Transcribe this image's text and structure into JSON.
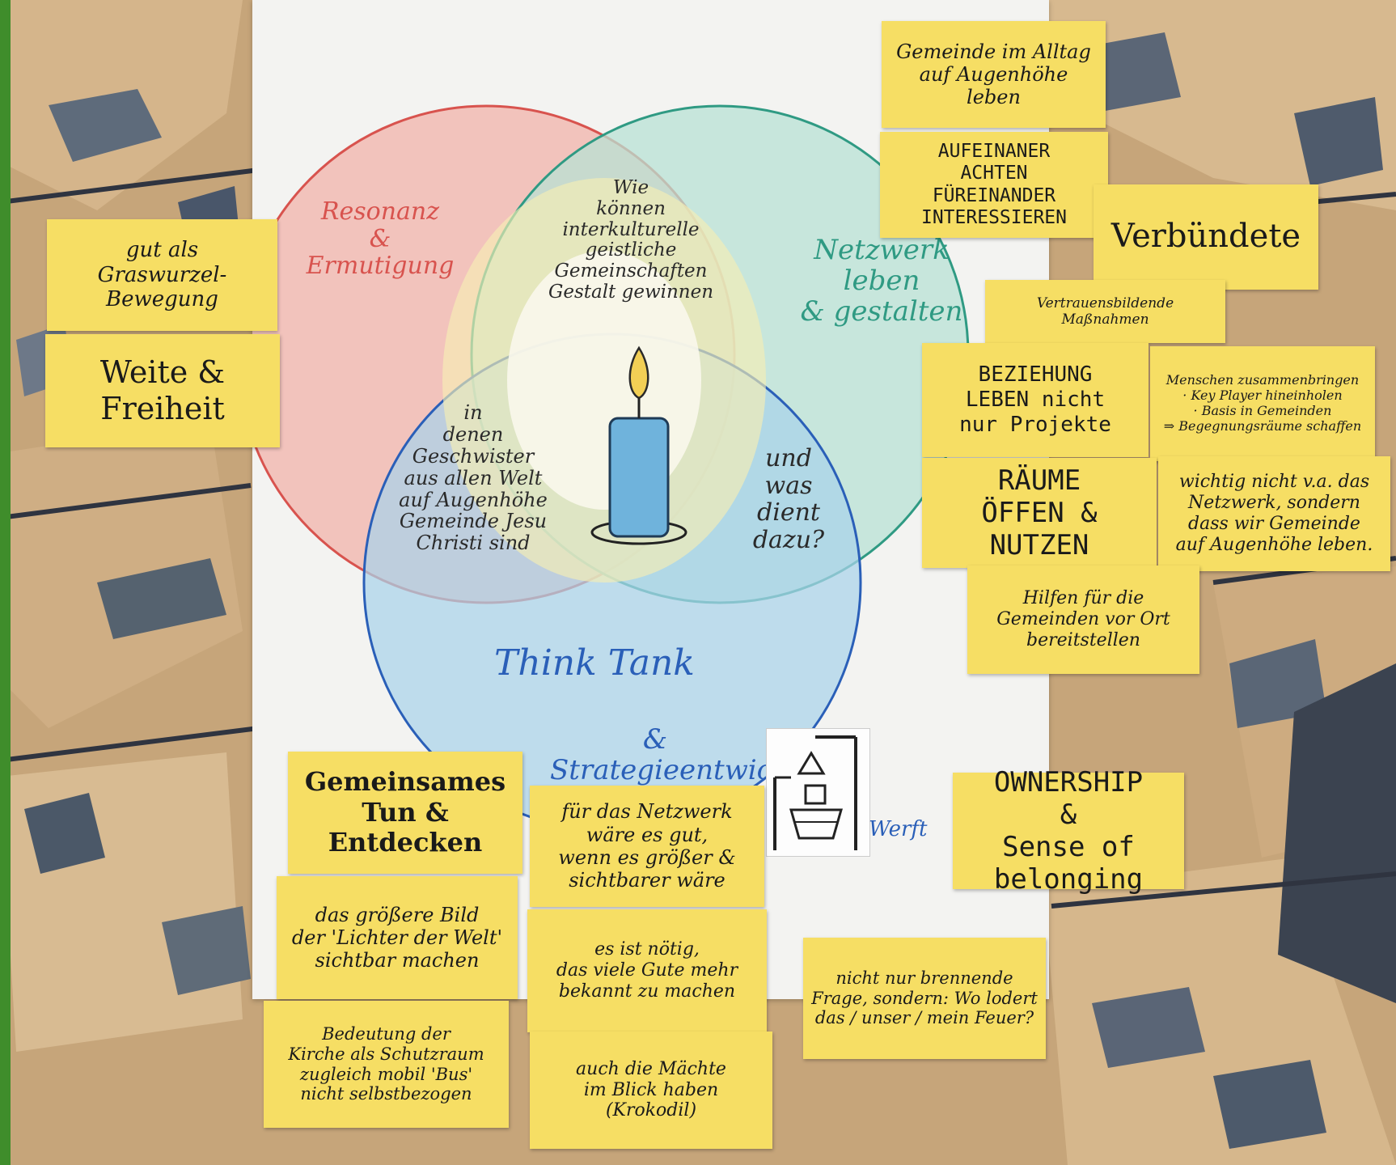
{
  "diagram": {
    "circles": {
      "red": "Resonanz\n&\nErmutigung",
      "green": "Netzwerk leben\n& gestalten",
      "blue": "Think Tank",
      "blue_sub": "&\nStrategieentwicklung"
    },
    "center_question": "Wie\nkönnen\ninterkulturelle\ngeistliche\nGemeinschaften\nGestalt gewinnen",
    "left_question": "in\ndenen\nGeschwister\naus allen Welt\nauf Augenhöhe\nGemeinde Jesu\nChristi sind",
    "right_question": "und\nwas\ndient\ndazu?",
    "werft_label": "Werft"
  },
  "sticky_notes": {
    "n1": "gut als\nGraswurzel-\nBewegung",
    "n2": "Weite &\nFreiheit",
    "n3": "Gemeinde im Alltag\nauf Augenhöhe\nleben",
    "n4": "AUFEINANER\nACHTEN\nFÜREINANDER\nINTERESSIEREN",
    "n5": "Verbündete",
    "n6": "Vertrauensbildende Maßnahmen",
    "n7": "BEZIEHUNG\nLEBEN nicht\nnur Projekte",
    "n8": "Menschen zusammenbringen\n· Key Player hineinholen\n· Basis in Gemeinden\n⇒ Begegnungsräume schaffen",
    "n9": "RÄUME\nÖFFEN & NUTZEN",
    "n10": "wichtig nicht v.a. das\nNetzwerk, sondern\ndass wir Gemeinde\nauf Augenhöhe leben.",
    "n11": "Hilfen für die\nGemeinden vor Ort\nbereitstellen",
    "n12": "Gemeinsames\nTun &\nEntdecken",
    "n13": "für das Netzwerk\nwäre es gut,\nwenn es größer &\nsichtbarer wäre",
    "n14": "OWNERSHIP\n&\nSense of belonging",
    "n15": "das größere Bild\nder 'Lichter der Welt'\nsichtbar machen",
    "n16": "es ist nötig,\ndas viele Gute mehr\nbekannt zu machen",
    "n17": "nicht nur brennende\nFrage, sondern: Wo lodert\ndas / unser / mein Feuer?",
    "n18": "Bedeutung der\nKirche als Schutzraum\nzugleich mobil 'Bus'\nnicht selbstbezogen",
    "n19": "auch die Mächte\nim Blick haben\n(Krokodil)"
  },
  "colors": {
    "red_circle": "#f2b3aa",
    "green_circle": "#b8e2d4",
    "blue_circle": "#a9d3ea",
    "yellow_overlap": "#f6eeb4",
    "sticky": "#f6de64",
    "candle": "#6fb3dc",
    "flame": "#f2cf55"
  }
}
